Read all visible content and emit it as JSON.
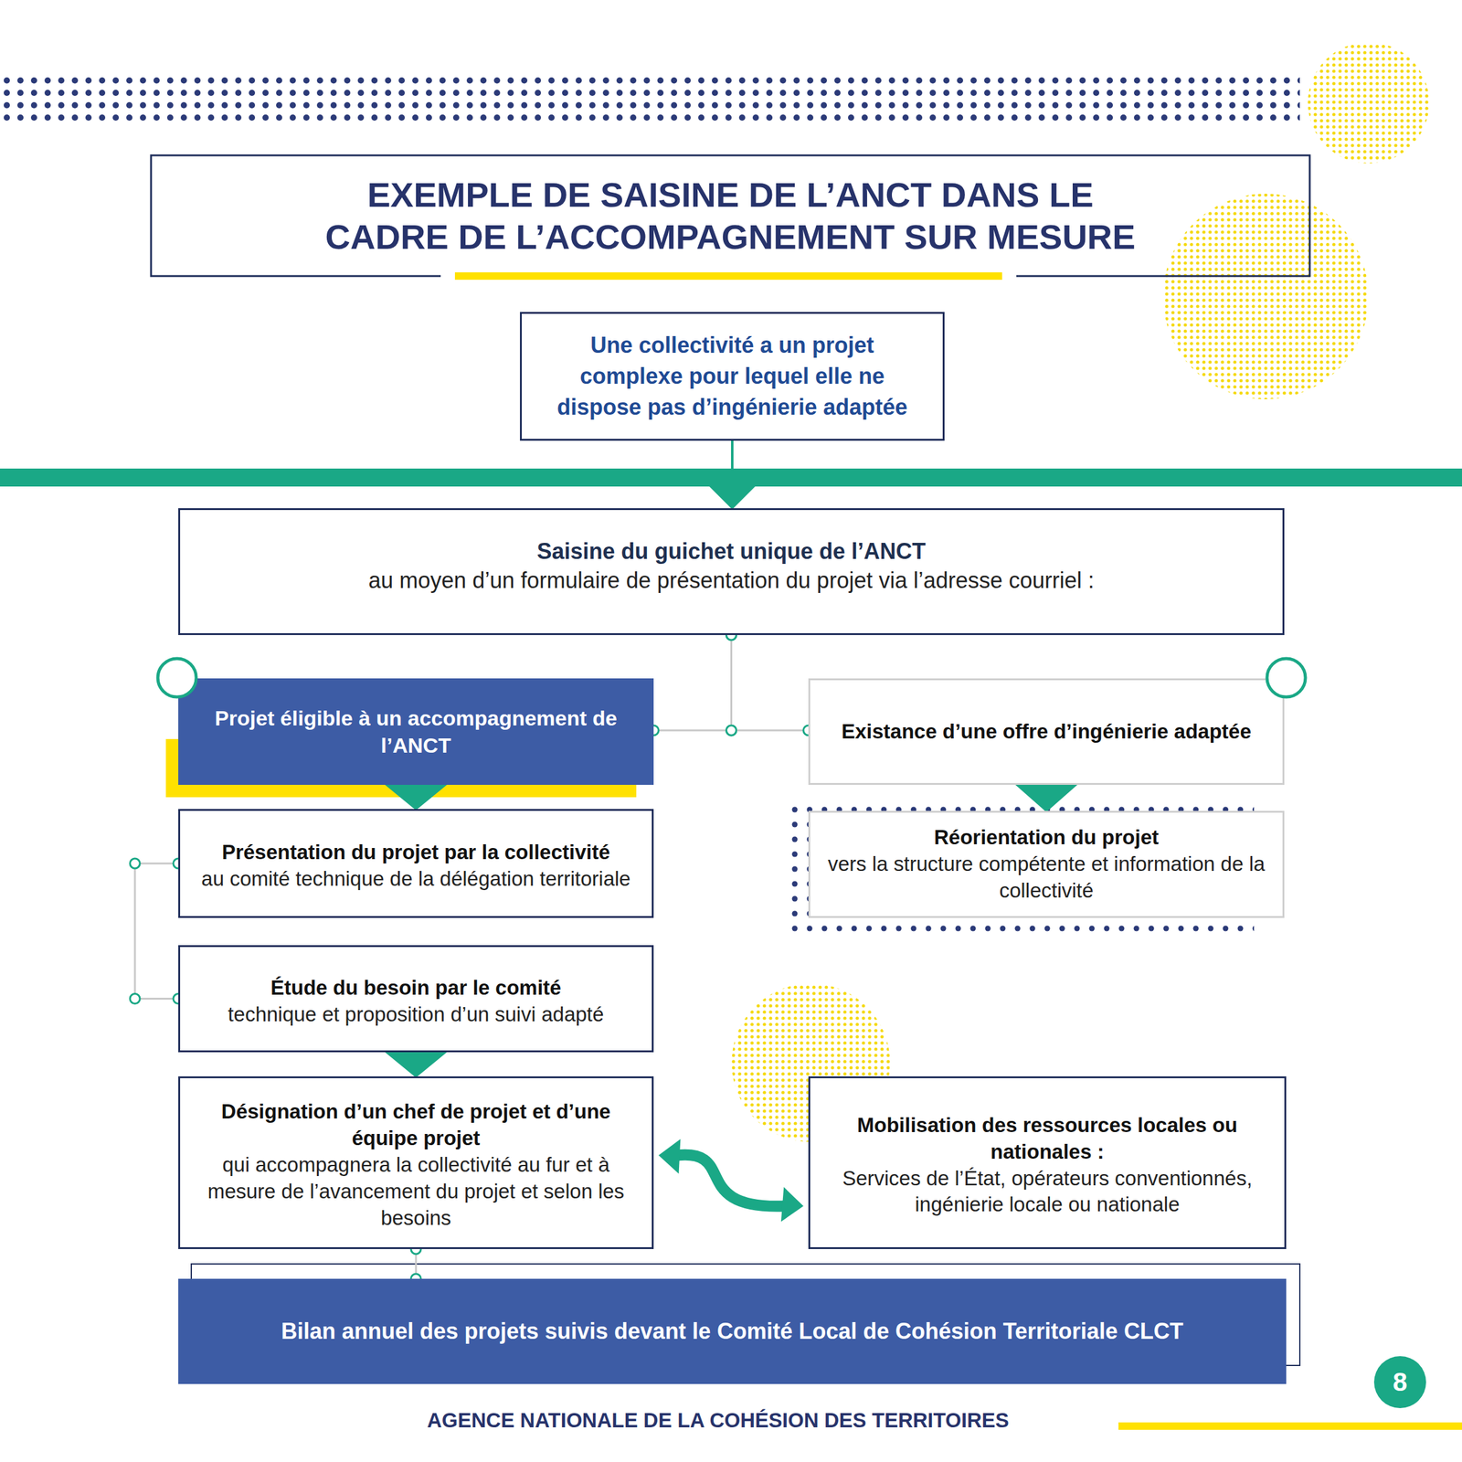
{
  "diagram": {
    "title": "EXEMPLE DE SAISINE DE L’ANCT DANS LE CADRE DE L’ACCOMPAGNEMENT SUR MESURE",
    "nodes": [
      {
        "text": [
          "Une collectivité a un projet complexe pour lequel elle ne dispose pas d’ingénierie adaptée"
        ]
      },
      {
        "text": [
          "Saisine du guichet unique de l’ANCT",
          "au moyen d’un formulaire de présentation du projet via l’adresse courriel :"
        ]
      },
      {
        "text": [
          "Projet éligible à un accompagnement de l’ANCT"
        ]
      },
      {
        "text": [
          "Existance d’une offre d’ingénierie adaptée"
        ]
      },
      {
        "text": [
          "Présentation du projet par la collectivité",
          "au comité technique de la délégation territoriale"
        ]
      },
      {
        "text": [
          "Réorientation du projet",
          "vers la structure compétente et information de la collectivité"
        ]
      },
      {
        "text": [
          "Étude du besoin par le comité",
          "technique et proposition d’un suivi adapté"
        ]
      },
      {
        "text": [
          "Désignation d’un chef de projet et d’une équipe projet",
          "qui accompagnera la collectivité au fur et à mesure de l’avancement du projet et selon les besoins"
        ]
      },
      {
        "text": [
          "Mobilisation des ressources locales ou nationales :",
          "Services de l’État, opérateurs conventionnés, ingénierie locale ou nationale"
        ]
      },
      {
        "text": [
          "Bilan annuel des projets suivis devant le Comité Local de Cohésion Territoriale CLCT"
        ]
      },
      {
        "text": [
          "8"
        ]
      }
    ],
    "edges": [
      {
        "from": 0,
        "to": 1,
        "arrow": "to"
      },
      {
        "from": 1,
        "to": 2,
        "arrow": "none"
      },
      {
        "from": 1,
        "to": 3,
        "arrow": "none"
      },
      {
        "from": 2,
        "to": 4,
        "arrow": "to"
      },
      {
        "from": 3,
        "to": 5,
        "arrow": "to"
      },
      {
        "from": 4,
        "to": 6,
        "arrow": "none"
      },
      {
        "from": 6,
        "to": 7,
        "arrow": "to"
      },
      {
        "from": 7,
        "to": 8,
        "arrow": "both"
      },
      {
        "from": 7,
        "to": 9,
        "arrow": "none"
      }
    ],
    "labels": [
      "AGENCE NATIONALE DE LA COHÉSION DES TERRITOIRES"
    ]
  }
}
